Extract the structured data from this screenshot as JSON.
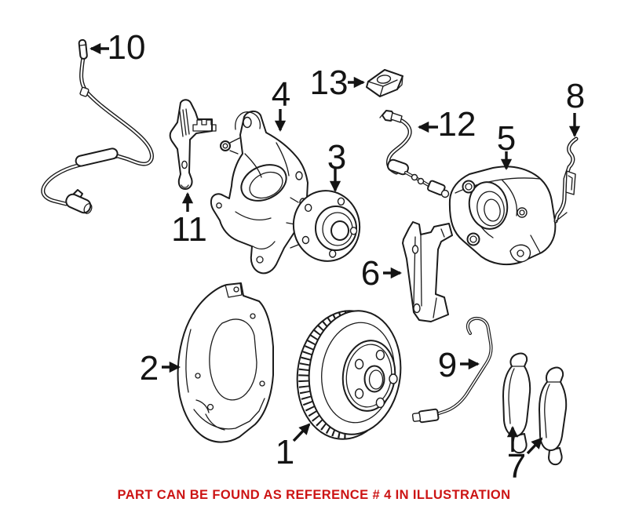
{
  "page": {
    "background": "#ffffff",
    "diagram": {
      "type": "exploded-parts-illustration",
      "subject": "front-brake-assembly",
      "line_color": "#1b1b1b",
      "callouts": [
        {
          "ref": "1",
          "part_name": "brake-disc-rotor"
        },
        {
          "ref": "2",
          "part_name": "brake-splash-shield"
        },
        {
          "ref": "3",
          "part_name": "wheel-hub-bearing"
        },
        {
          "ref": "4",
          "part_name": "steering-knuckle"
        },
        {
          "ref": "5",
          "part_name": "brake-caliper"
        },
        {
          "ref": "6",
          "part_name": "caliper-carrier-bracket"
        },
        {
          "ref": "7",
          "part_name": "brake-pad-set"
        },
        {
          "ref": "8",
          "part_name": "anti-rattle-spring-clip"
        },
        {
          "ref": "9",
          "part_name": "brake-pad-wear-sensor"
        },
        {
          "ref": "10",
          "part_name": "abs-wheel-speed-sensor"
        },
        {
          "ref": "11",
          "part_name": "sensor-wire-bracket"
        },
        {
          "ref": "12",
          "part_name": "brake-hose"
        },
        {
          "ref": "13",
          "part_name": "retaining-clip"
        }
      ]
    },
    "note": {
      "text": "PART CAN BE FOUND AS REFERENCE # 4 IN ILLUSTRATION",
      "color": "#cc1414",
      "highlighted_reference": "4"
    }
  }
}
